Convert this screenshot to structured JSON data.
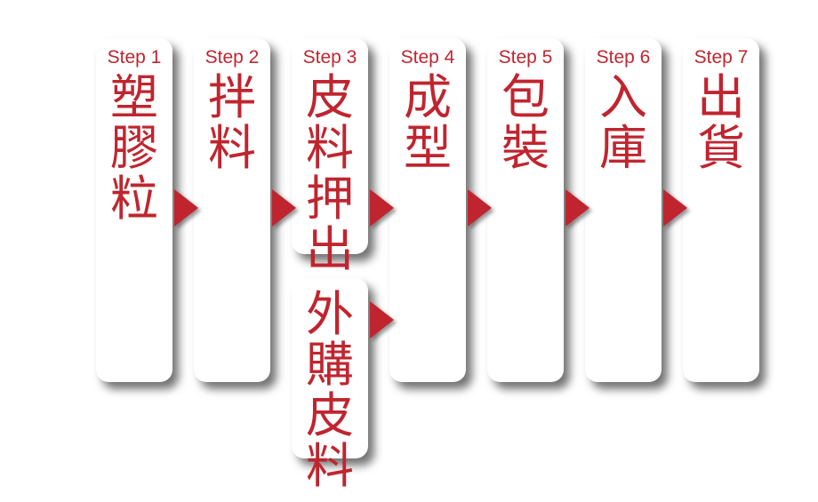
{
  "accent_color": "#c0252f",
  "steps": [
    {
      "label": "Step 1",
      "text": "塑\n膠\n粒"
    },
    {
      "label": "Step 2",
      "text": "拌\n料"
    },
    {
      "label": "Step 3",
      "text": "皮\n料\n押\n出"
    },
    {
      "label": "Step 4",
      "text": "成\n型"
    },
    {
      "label": "Step 5",
      "text": "包\n裝"
    },
    {
      "label": "Step 6",
      "text": "入\n庫"
    },
    {
      "label": "Step 7",
      "text": "出\n貨"
    }
  ],
  "alternate": {
    "text": "外\n購\n皮\n料"
  }
}
